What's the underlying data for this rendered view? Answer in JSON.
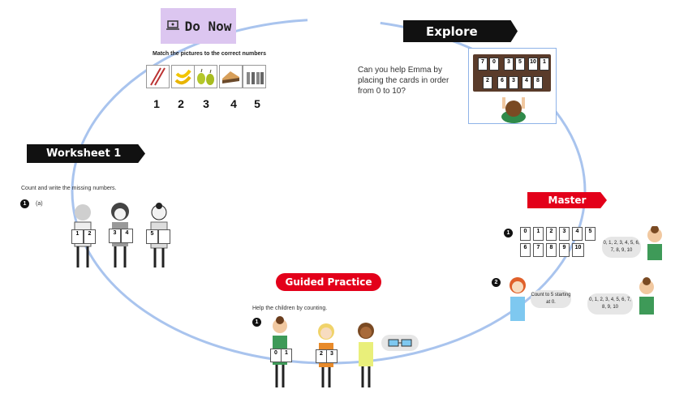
{
  "stages": {
    "do_now": {
      "label": "Do Now",
      "icon": "laptop-icon"
    },
    "explore": {
      "label": "Explore"
    },
    "master": {
      "label": "Master"
    },
    "guided": {
      "label": "Guided Practice"
    },
    "worksheet": {
      "label": "Worksheet 1"
    }
  },
  "do_now": {
    "instruction": "Match the pictures to the correct numbers",
    "pictures": [
      "chopsticks",
      "bananas",
      "pears",
      "sandwich",
      "bottles"
    ],
    "numbers": [
      "1",
      "2",
      "3",
      "4",
      "5"
    ]
  },
  "explore": {
    "question": "Can you help Emma by placing the cards in order from 0 to 10?",
    "cards_top": [
      "7",
      "0",
      "3",
      "5",
      "10",
      "1"
    ],
    "cards_bottom": [
      "2",
      "6",
      "3",
      "4",
      "8"
    ]
  },
  "worksheet": {
    "instruction": "Count and write the missing numbers.",
    "q_num": "1",
    "part": "(a)",
    "card_pairs": [
      [
        "1",
        "2"
      ],
      [
        "3",
        "4"
      ],
      [
        "5",
        ""
      ]
    ]
  },
  "guided": {
    "instruction": "Help the children by counting.",
    "q_num": "1",
    "card_pairs": [
      [
        "0",
        "1"
      ],
      [
        "2",
        "3"
      ]
    ]
  },
  "master": {
    "q1_num": "1",
    "row1": [
      "0",
      "1",
      "2",
      "3",
      "4",
      "5"
    ],
    "row2": [
      "6",
      "7",
      "8",
      "9",
      "10"
    ],
    "bubble1": "0, 1, 2, 3, 4, 5, 6, 7, 8, 9, 10",
    "q2_num": "2",
    "bubble2": "Count to 5 starting at 0.",
    "bubble3": "0, 1, 2, 3, 4, 5, 6, 7, 8, 9, 10"
  },
  "colors": {
    "cycle": "#a9c4ee",
    "banner_black": "#111111",
    "banner_red": "#e3001a",
    "do_now_bg": "#dcc6f0"
  }
}
